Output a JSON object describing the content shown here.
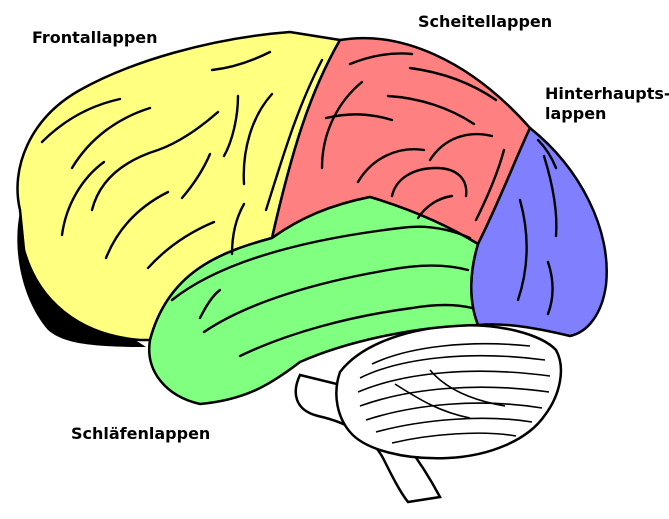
{
  "labels": {
    "frontal": "Frontallappen",
    "parietal": "Scheitellappen",
    "occipital_line1": "Hinterhaupts-",
    "occipital_line2": "lappen",
    "temporal": "Schläfenlappen"
  },
  "colors": {
    "frontal": "#ffff80",
    "parietal": "#ff8080",
    "occipital": "#8080ff",
    "temporal": "#80ff80",
    "cerebellum": "#ffffff",
    "outline": "#000000"
  },
  "icons": {
    "diagram": "brain-lateral-view-illustration"
  }
}
